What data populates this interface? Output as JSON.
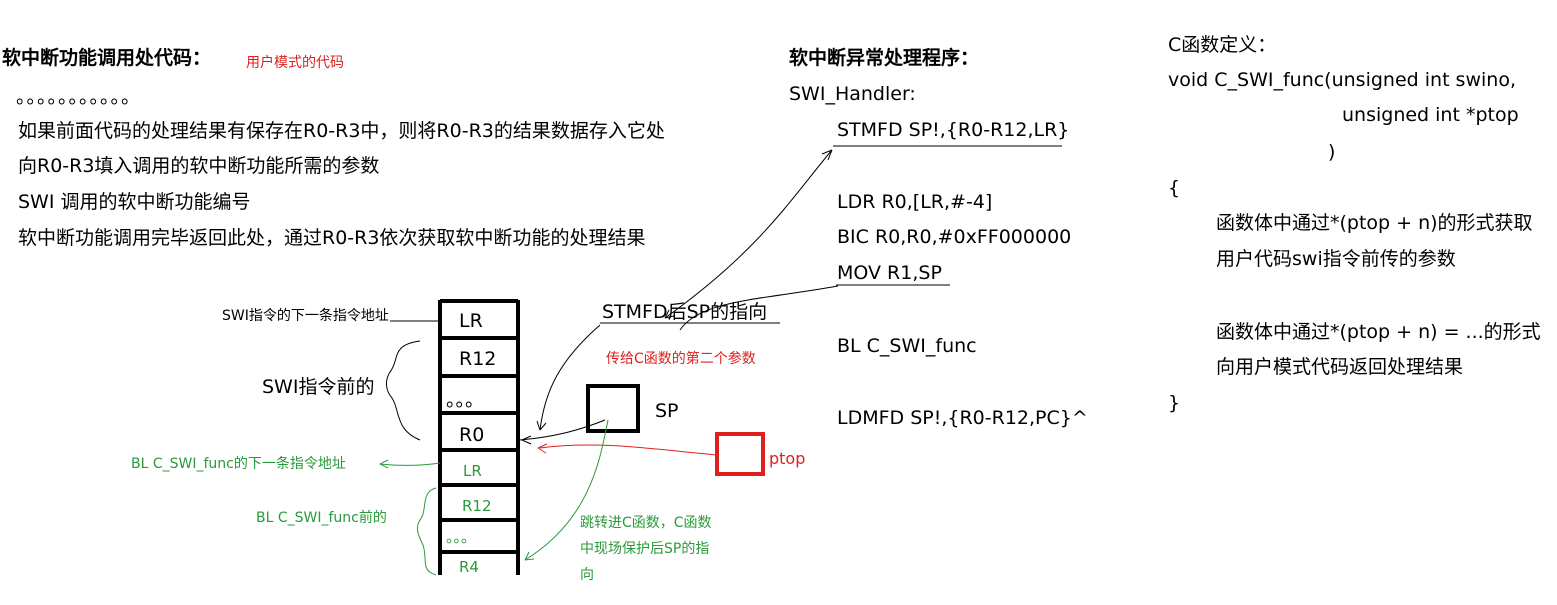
{
  "left": {
    "title": "软中断功能调用处代码：",
    "note": "用户模式的代码",
    "dots": "。。。。。。。。。。。",
    "lines": [
      "如果前面代码的处理结果有保存在R0-R3中，则将R0-R3的结果数据存入它处",
      "向R0-R3填入调用的软中断功能所需的参数",
      "SWI  调用的软中断功能编号",
      "软中断功能调用完毕返回此处，通过R0-R3依次获取软中断功能的处理结果"
    ]
  },
  "middle": {
    "title": "软中断异常处理程序：",
    "label": "SWI_Handler:",
    "instr": [
      "STMFD SP!,{R0-R12,LR}",
      "LDR R0,[LR,#-4]",
      "BIC R0,R0,#0xFF000000",
      "MOV R1,SP",
      "BL C_SWI_func",
      "LDMFD SP!,{R0-R12,PC}^"
    ]
  },
  "right": {
    "title": "C函数定义：",
    "sig1": "void C_SWI_func(unsigned int swino,",
    "sig2": "unsigned int *ptop",
    "close_paren": ")",
    "open_brace": "{",
    "body1a": "函数体中通过*(ptop + n)的形式获取",
    "body1b": "用户代码swi指令前传的参数",
    "body2a": "函数体中通过*(ptop + n) = ...的形式",
    "body2b": "向用户模式代码返回处理结果",
    "close_brace": "}"
  },
  "stack": {
    "cells": [
      "LR",
      "R12",
      "。。。",
      "R0",
      "LR",
      "R12",
      "。。。",
      "R4"
    ],
    "ann_lr": "SWI指令的下一条指令地址",
    "ann_swi_before": "SWI指令前的",
    "ann_stmfd": "STMFD后SP的指向",
    "ann_second_param": "传给C函数的第二个参数",
    "sp_label": "SP",
    "ptop_label": "ptop",
    "ann_bl_next": "BL C_SWI_func的下一条指令地址",
    "ann_bl_before": "BL C_SWI_func前的",
    "ann_jump": [
      "跳转进C函数，C函数",
      "中现场保护后SP的指",
      "向"
    ]
  },
  "colors": {
    "red": "#e02020",
    "green": "#2a9a3a",
    "black": "#000000"
  }
}
